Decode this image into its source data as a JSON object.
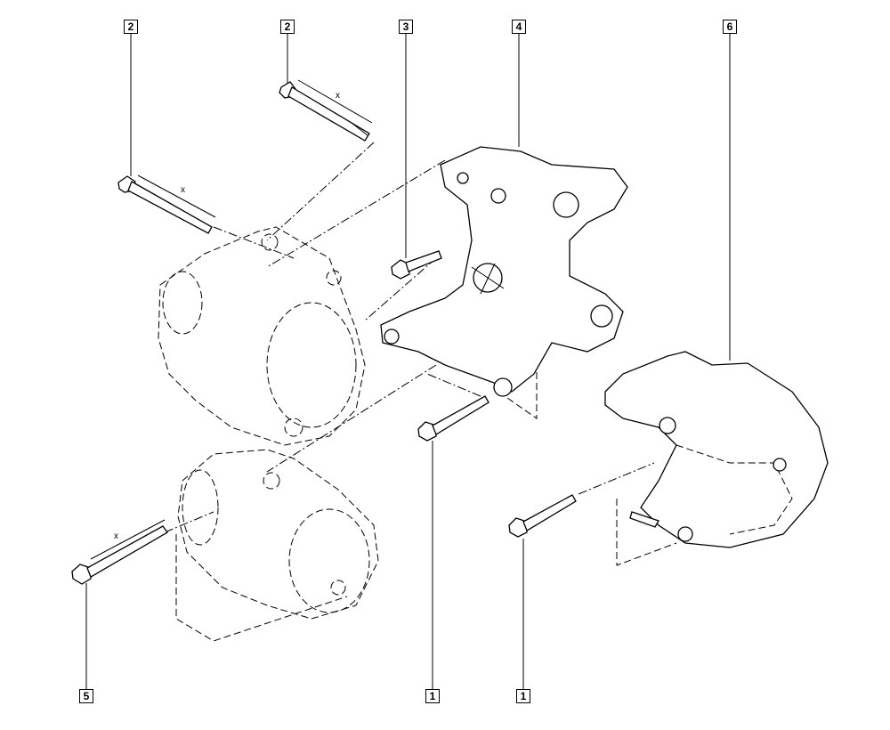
{
  "callouts": {
    "c2a": "2",
    "c2b": "2",
    "c3": "3",
    "c4": "4",
    "c6": "6",
    "c5": "5",
    "c1a": "1",
    "c1b": "1"
  },
  "dimension_label": "x"
}
